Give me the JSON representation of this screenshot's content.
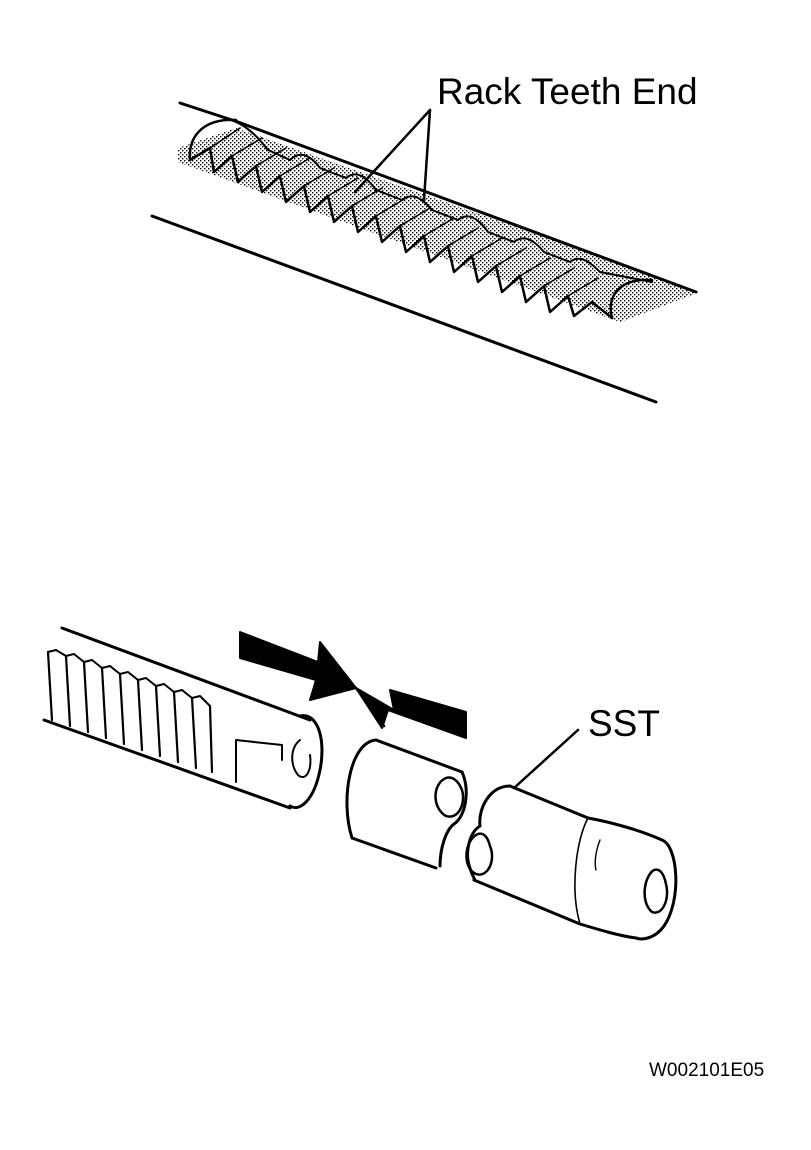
{
  "labels": {
    "rack_teeth_end": "Rack Teeth End",
    "sst": "SST",
    "figure_code": "W002101E05"
  },
  "colors": {
    "ink": "#000000",
    "paper": "#ffffff",
    "shading": "#9a9a9a"
  }
}
